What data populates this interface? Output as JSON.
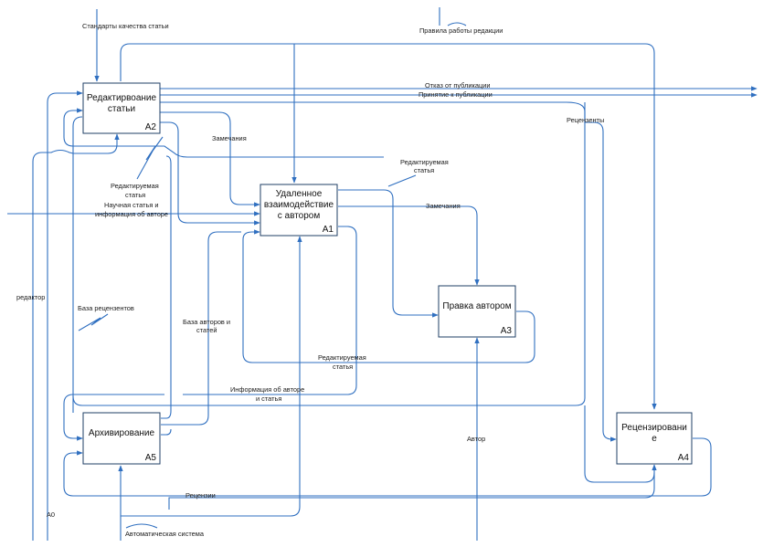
{
  "diagram": {
    "context_label": "A0",
    "boxes": [
      {
        "id": "A2",
        "title_lines": [
          "Редактирвоание",
          "статьи"
        ],
        "number": "A2"
      },
      {
        "id": "A1",
        "title_lines": [
          "Удаленное",
          "взаимодействие",
          "с автором"
        ],
        "number": "A1"
      },
      {
        "id": "A3",
        "title_lines": [
          "Правка автором"
        ],
        "number": "A3"
      },
      {
        "id": "A4",
        "title_lines": [
          "Рецензировани",
          "е"
        ],
        "number": "A4"
      },
      {
        "id": "A5",
        "title_lines": [
          "Архивирование"
        ],
        "number": "A5"
      }
    ],
    "labels": {
      "standards": "Стандарты качества статьи",
      "rules": "Правила работы редакции",
      "reject": "Отказ от публикации",
      "accept": "Принятие к публикации",
      "reviewers": "Рецензенты",
      "remarks_1": "Замечания",
      "edited_1_line1": "Редактируемая",
      "edited_1_line2": "статья",
      "edited_2_line1": "Редактируемая",
      "edited_2_line2": "статья",
      "edited_3_line1": "Редактируемая",
      "edited_3_line2": "статья",
      "remarks_2": "Замечания",
      "scientific_line1": "Научная статья и",
      "scientific_line2": "информация об авторе",
      "editor": "редактор",
      "reviewers_db": "База рецензентов",
      "authors_db_line1": "База авторов и",
      "authors_db_line2": "статей",
      "author_info_line1": "Информация об авторе",
      "author_info_line2": "и статья",
      "author": "Автор",
      "reviews": "Рецензии",
      "auto_system": "Автоматическая система"
    }
  }
}
